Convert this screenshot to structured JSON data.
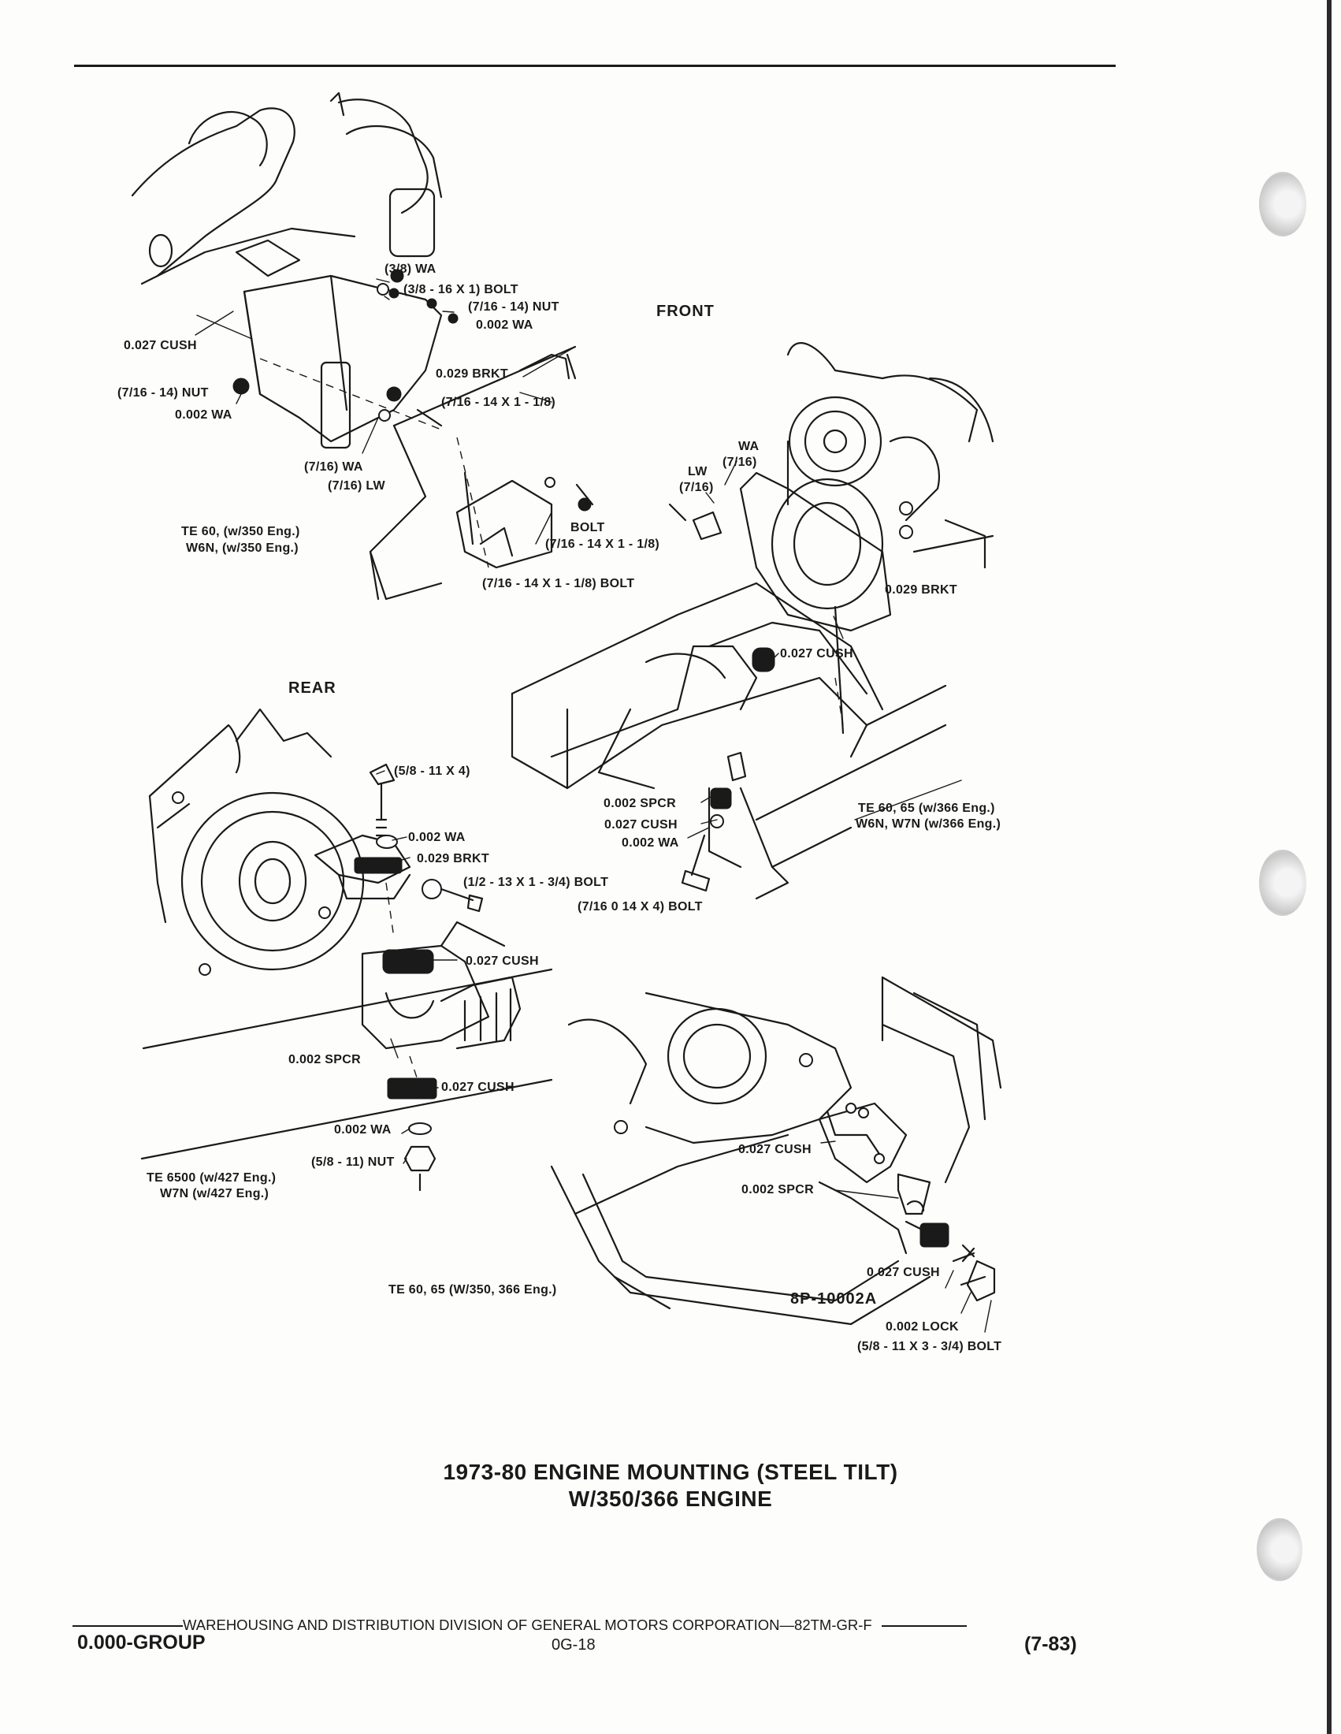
{
  "figure_id": "8P-10002A",
  "title_line1": "1973-80 ENGINE MOUNTING (STEEL TILT)",
  "title_line2": "W/350/366 ENGINE",
  "footer": {
    "publisher": "WAREHOUSING AND DISTRIBUTION DIVISION OF GENERAL MOTORS CORPORATION—82TM-GR-F",
    "group": "0.000-GROUP",
    "page_number": "0G-18",
    "revision": "(7-83)"
  },
  "section_headers": {
    "front": "FRONT",
    "rear": "REAR"
  },
  "callouts": {
    "top_left": {
      "wa_3_8": "(3/8) WA",
      "bolt_3_8": "(3/8 - 16 X 1) BOLT",
      "nut_7_16_a": "(7/16 - 14) NUT",
      "wa_002_a": "0.002 WA",
      "cush_027": "0.027 CUSH",
      "brkt_029": "0.029 BRKT",
      "nut_7_16_b": "(7/16 - 14) NUT",
      "size_7_16_a": "(7/16 - 14 X 1 - 1/8)",
      "wa_002_b": "0.002 WA",
      "wa_7_16": "(7/16) WA",
      "lw_7_16": "(7/16) LW",
      "bolt_label": "BOLT",
      "size_7_16_b": "(7/16 - 14 X 1 - 1/8)",
      "bolt_7_16": "(7/16 - 14 X 1 - 1/8) BOLT",
      "model_line1": "TE 60, (w/350 Eng.)",
      "model_line2": "W6N, (w/350 Eng.)"
    },
    "top_right": {
      "wa": "WA",
      "wa_size": "(7/16)",
      "lw": "LW",
      "lw_size": "(7/16)",
      "brkt_029": "0.029 BRKT",
      "cush_027": "0.027 CUSH",
      "spcr_002": "0.002 SPCR",
      "cush_027_b": "0.027 CUSH",
      "wa_002": "0.002 WA",
      "bolt_7_16": "(7/16 0 14 X 4) BOLT",
      "model_line1": "TE 60, 65 (w/366 Eng.)",
      "model_line2": "W6N, W7N (w/366 Eng.)"
    },
    "bottom_left": {
      "size_5_8": "(5/8 - 11 X 4)",
      "wa_002": "0.002 WA",
      "brkt_029": "0.029 BRKT",
      "bolt_1_2": "(1/2 - 13 X 1 - 3/4) BOLT",
      "cush_027": "0.027 CUSH",
      "spcr_002": "0.002 SPCR",
      "cush_027_b": "0.027 CUSH",
      "wa_002_b": "0.002 WA",
      "nut_5_8": "(5/8 - 11) NUT",
      "model_line1": "TE 6500 (w/427 Eng.)",
      "model_line2": "W7N (w/427 Eng.)"
    },
    "bottom_right": {
      "cush_027": "0.027 CUSH",
      "spcr_002": "0.002 SPCR",
      "cush_027_b": "0.027 CUSH",
      "lock_002": "0.002 LOCK",
      "bolt_5_8": "(5/8 - 11 X 3 - 3/4) BOLT",
      "model_line1": "TE 60, 65 (W/350, 366 Eng.)"
    }
  }
}
